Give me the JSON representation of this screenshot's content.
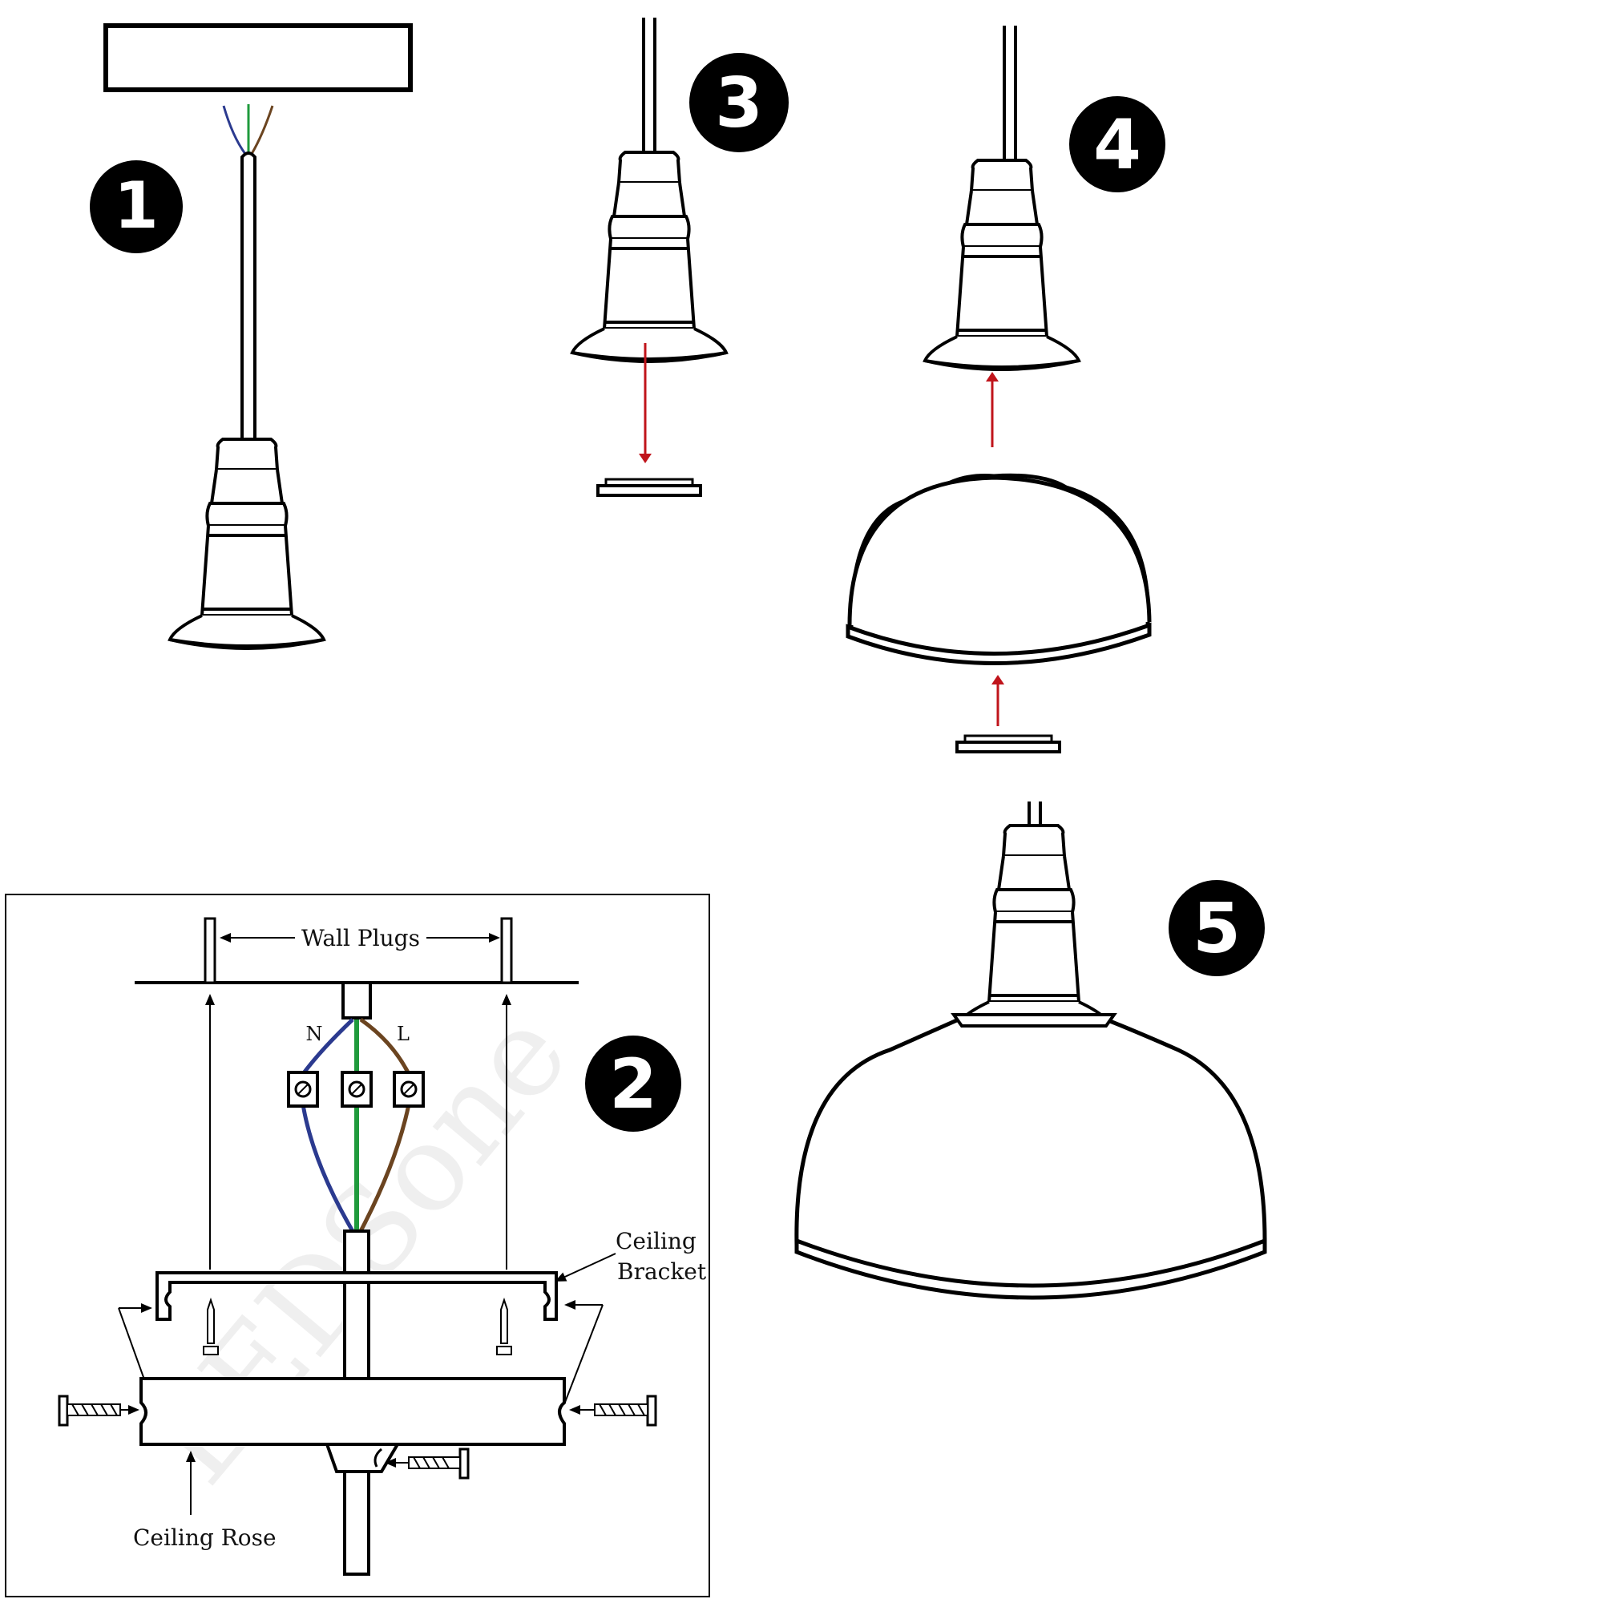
{
  "steps": [
    {
      "number": "1"
    },
    {
      "number": "2"
    },
    {
      "number": "3"
    },
    {
      "number": "4"
    },
    {
      "number": "5"
    }
  ],
  "step2_diagram": {
    "wall_plugs_label": "Wall Plugs",
    "neutral_label": "N",
    "live_label": "L",
    "ceiling_bracket_label_line1": "Ceiling",
    "ceiling_bracket_label_line2": "Bracket",
    "ceiling_rose_label": "Ceiling Rose",
    "watermark": "LEDSone"
  },
  "colors": {
    "neutral_wire": "#2b3a8f",
    "earth_wire": "#1f9a3c",
    "live_wire": "#6b4420",
    "arrow_red": "#c0141b",
    "ink": "#000000"
  }
}
